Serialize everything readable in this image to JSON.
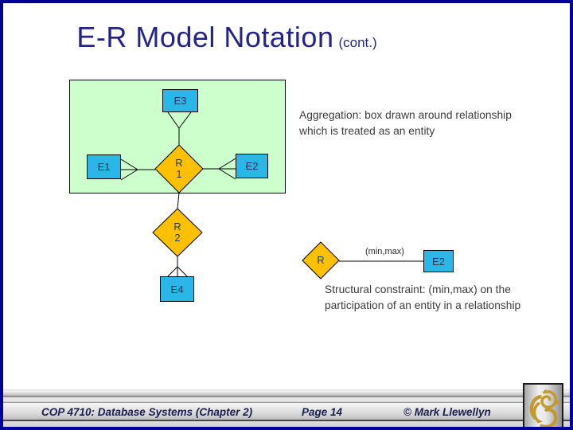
{
  "title": {
    "main": "E-R Model Notation",
    "suffix": "(cont.)"
  },
  "notes": {
    "aggregation_lines": [
      "Aggregation: box drawn around relationship",
      "which is treated as an entity"
    ],
    "structural_lines": [
      "Structural constraint: (min,max) on the",
      "participation of an entity in a relationship"
    ],
    "min_max_label": "(min,max)"
  },
  "diagram": {
    "entities": {
      "e3": "E3",
      "e1": "E1",
      "e2": "E2",
      "e4": "E4",
      "e2b": "E2"
    },
    "relationships": {
      "r1_line1": "R",
      "r1_line2": "1",
      "r2_line1": "R",
      "r2_line2": "2",
      "r_single": "R"
    }
  },
  "footer": {
    "course": "COP 4710: Database Systems  (Chapter 2)",
    "page": "Page 14",
    "copyright": "© Mark Llewellyn"
  },
  "colors": {
    "entity": "#2BB6E8",
    "relationship": "#FFC000",
    "aggregation_bg": "#CCFFCC",
    "border": "#000099",
    "title": "#242487"
  },
  "icons": {
    "logo": "ucf-pegasus-logo"
  }
}
